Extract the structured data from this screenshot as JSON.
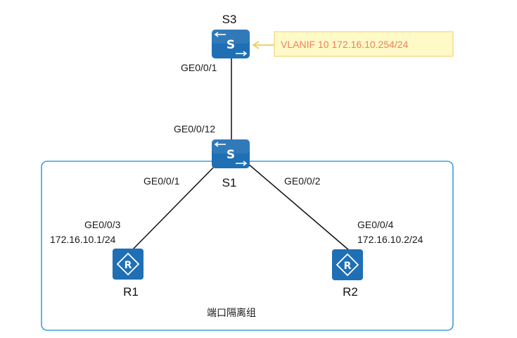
{
  "colors": {
    "device_fill": "#1f6fb5",
    "group_border": "#3aa0dd",
    "callout_fill": "#fff9c8",
    "callout_border": "#f3d777",
    "callout_text": "#e8845a",
    "callout_arrow": "#f2cf6a",
    "link": "#111111"
  },
  "devices": {
    "s3": {
      "name": "S3",
      "icon": "switch-icon"
    },
    "s1": {
      "name": "S1",
      "icon": "switch-icon"
    },
    "r1": {
      "name": "R1",
      "icon": "router-icon"
    },
    "r2": {
      "name": "R2",
      "icon": "router-icon"
    }
  },
  "callout": {
    "text": "VLANIF 10 172.16.10.254/24"
  },
  "links": {
    "s3_s1": {
      "s3_port": "GE0/0/1",
      "s1_port": "GE0/0/12"
    },
    "s1_r1": {
      "s1_port": "GE0/0/1",
      "r1_port": "GE0/0/3",
      "r1_ip": "172.16.10.1/24"
    },
    "s1_r2": {
      "s1_port": "GE0/0/2",
      "r2_port": "GE0/0/4",
      "r2_ip": "172.16.10.2/24"
    }
  },
  "group": {
    "label": "端口隔离组"
  }
}
